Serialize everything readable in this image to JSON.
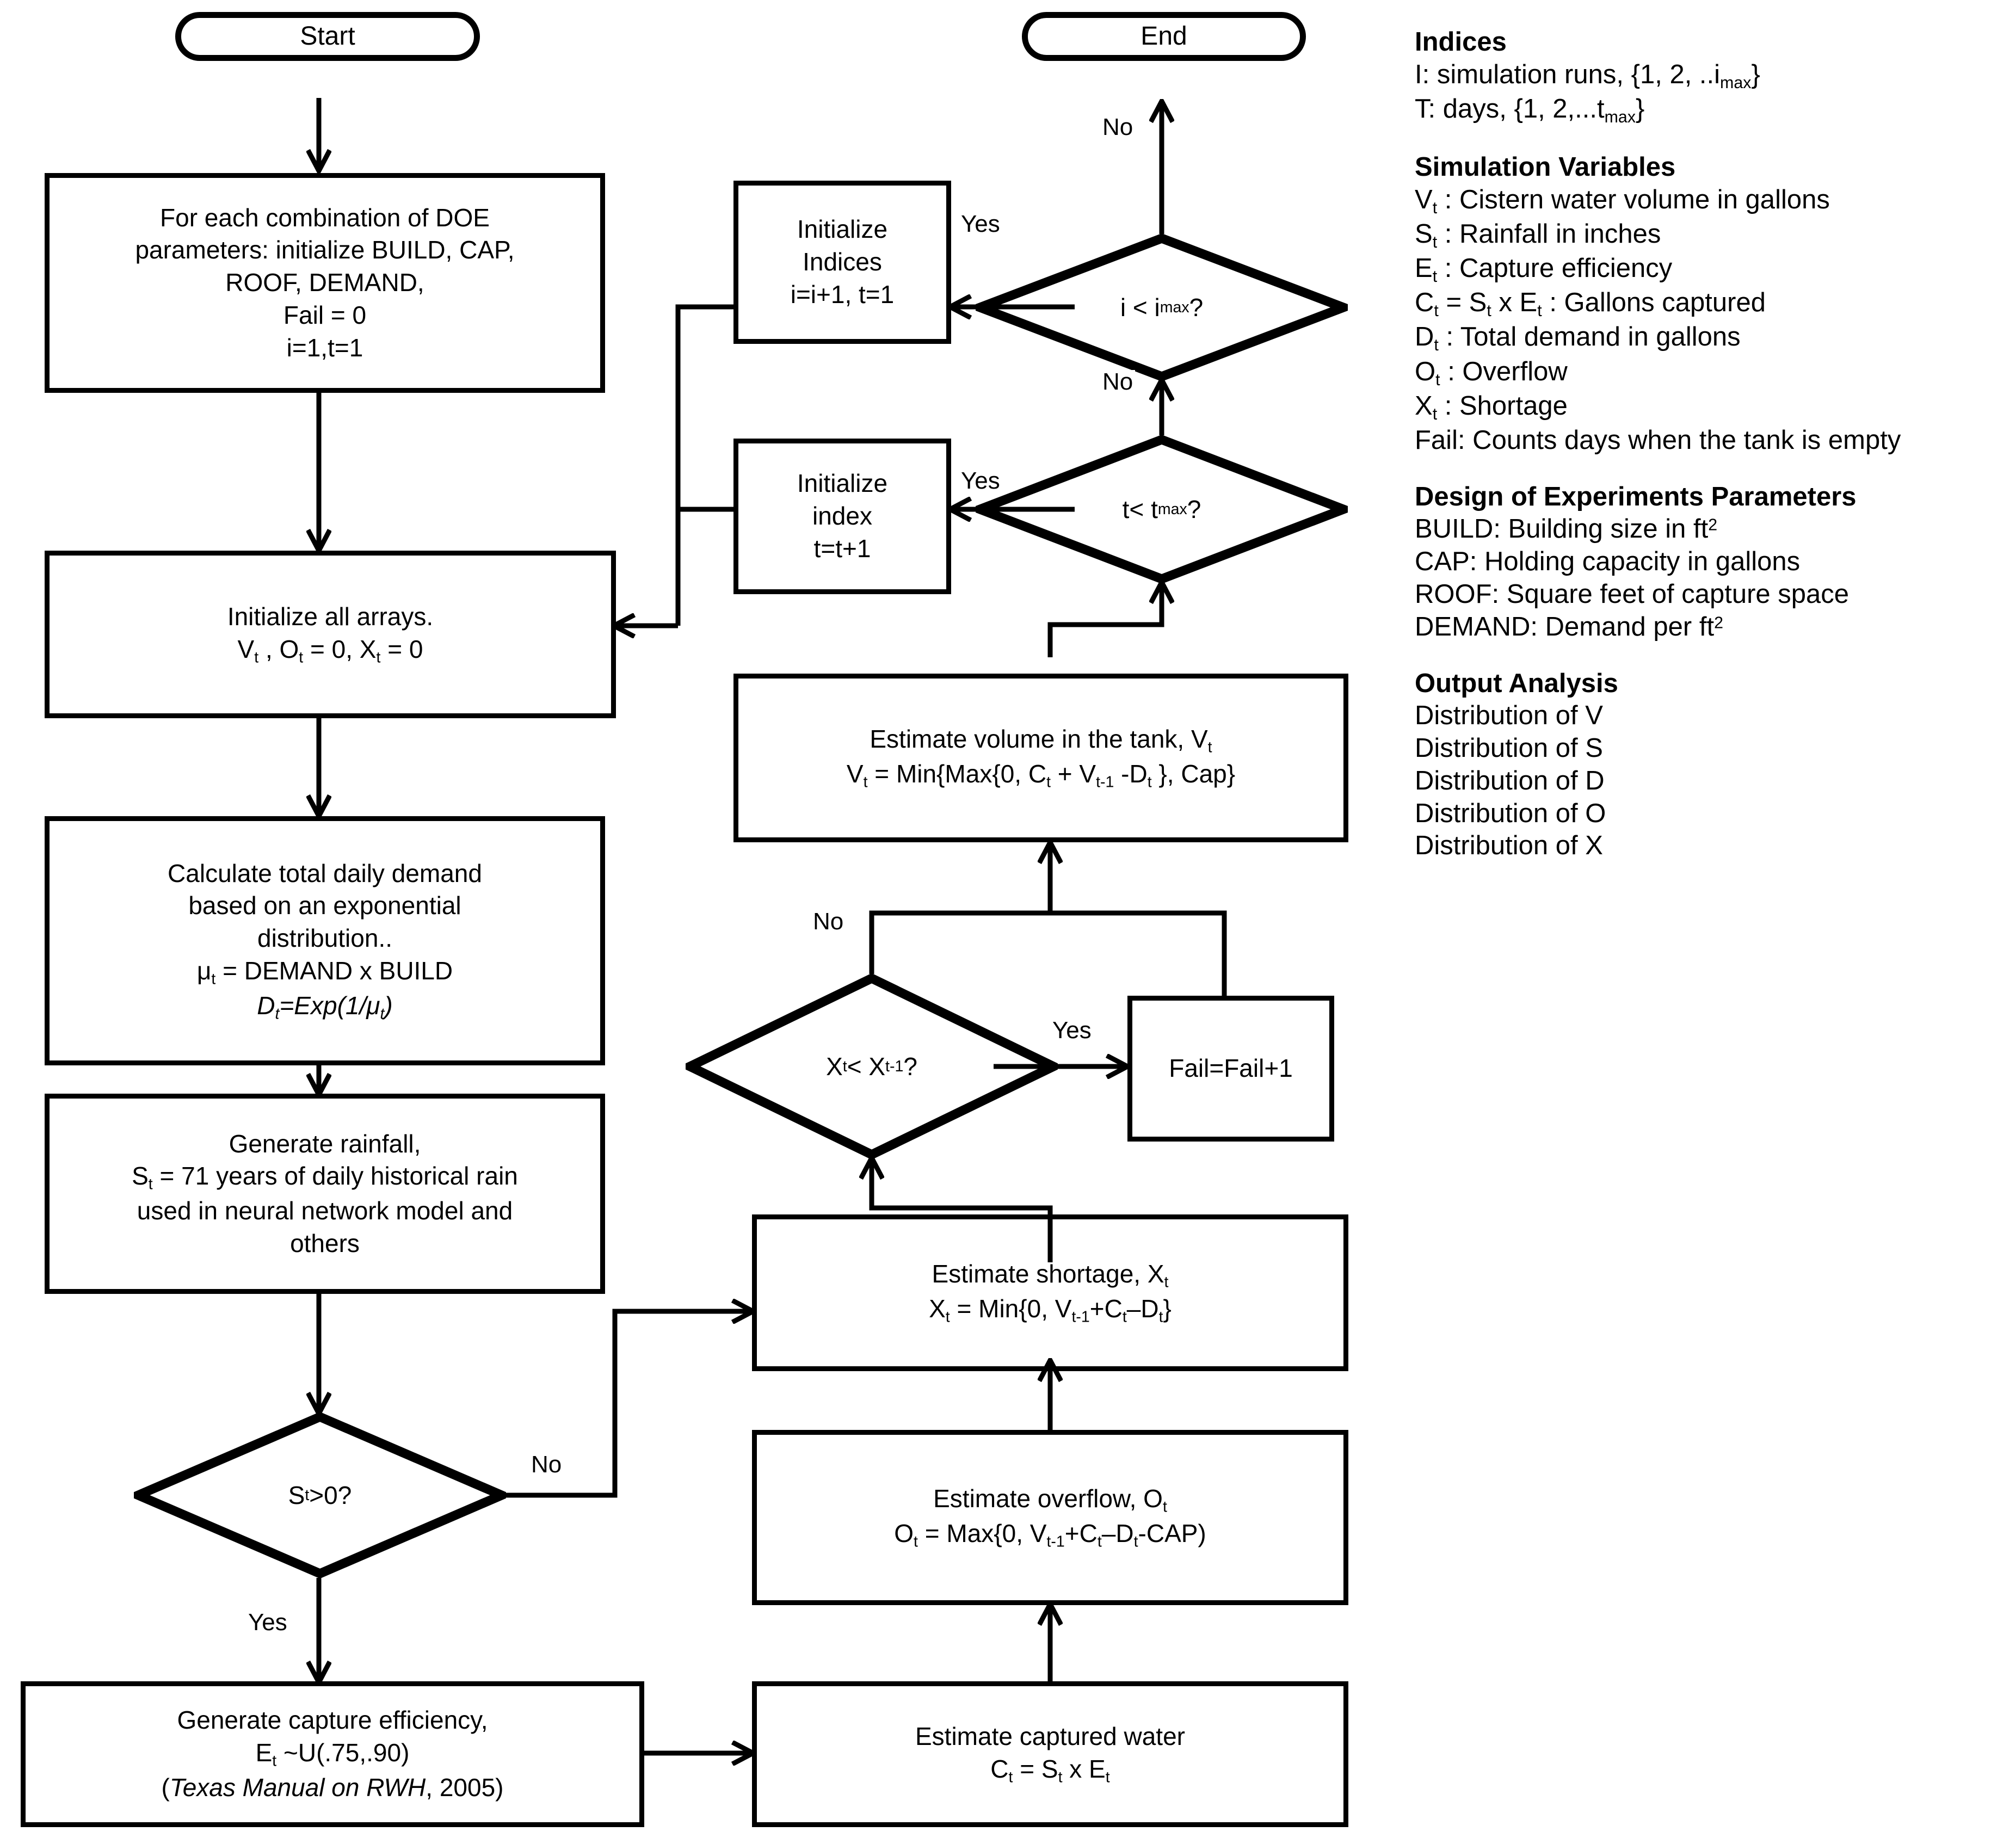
{
  "diagram": {
    "type": "flowchart",
    "title": "Rainwater harvesting cistern simulation flowchart",
    "nodes": {
      "start": {
        "label": "Start",
        "shape": "terminator"
      },
      "end": {
        "label": "End",
        "shape": "terminator"
      },
      "doe_init": {
        "shape": "process",
        "lines": [
          "For each combination of DOE",
          "parameters:  initialize BUILD, CAP,",
          "ROOF, DEMAND,",
          "Fail = 0",
          "i=1,t=1"
        ]
      },
      "init_arrays": {
        "shape": "process",
        "line1": "Initialize all arrays.",
        "line2_html": "V<sub>t</sub> , O<sub>t</sub> = 0, X<sub>t</sub> = 0"
      },
      "calc_demand": {
        "shape": "process",
        "line1": "Calculate total daily demand",
        "line2": "based on an exponential",
        "line3": "distribution..",
        "line4_html": "μ<sub>t</sub> = DEMAND x BUILD",
        "line5_html": "<i>D<sub>t</sub>=Exp(1/μ<sub>t</sub>)</i>"
      },
      "gen_rain": {
        "shape": "process",
        "line1": "Generate rainfall,",
        "line2_html": "S<sub>t</sub> = 71 years of daily historical rain",
        "line3": "used in neural network model and",
        "line4": "others"
      },
      "gen_eff": {
        "shape": "process",
        "line1": "Generate capture efficiency,",
        "line2_html": "E<sub>t</sub> ~U(.75,.90)",
        "line3_html": "(<i>Texas Manual on RWH</i>, 2005)"
      },
      "est_capture": {
        "shape": "process",
        "line1": "Estimate captured water",
        "line2_html": "C<sub>t</sub> = S<sub>t</sub> x E<sub>t</sub>"
      },
      "est_overflow": {
        "shape": "process",
        "line1_html": "Estimate overflow, O<sub>t</sub>",
        "line2_html": "O<sub>t</sub> =  Max{0, V<sub>t-1</sub>+C<sub>t</sub>–D<sub>t</sub>-CAP)"
      },
      "est_shortage": {
        "shape": "process",
        "line1_html": "Estimate shortage, X<sub>t</sub>",
        "line2_html": "X<sub>t</sub> =  Min{0, V<sub>t-1</sub>+C<sub>t</sub>–D<sub>t</sub>}"
      },
      "fail_inc": {
        "shape": "process",
        "label": "Fail=Fail+1"
      },
      "est_volume": {
        "shape": "process",
        "line1_html": "Estimate volume in the tank, V<sub>t</sub>",
        "line2_html": "V<sub>t</sub> =  Min{Max{0, C<sub>t</sub> + V<sub>t-1</sub> -D<sub>t</sub> }, Cap}"
      },
      "init_indices": {
        "shape": "process",
        "line1": "Initialize",
        "line2": "Indices",
        "line3": "i=i+1, t=1"
      },
      "init_index": {
        "shape": "process",
        "line1": "Initialize",
        "line2": "index",
        "line3": "t=t+1"
      },
      "dec_rain": {
        "shape": "decision",
        "label_html": "S<sub>t</sub> &gt;0?"
      },
      "dec_shortage": {
        "shape": "decision",
        "label_html": "X<sub>t</sub> &lt; X<sub>t-1</sub>?"
      },
      "dec_t": {
        "shape": "decision",
        "label_html": "t&lt; t<sub>max</sub>?"
      },
      "dec_i": {
        "shape": "decision",
        "label_html": "i &lt; i<sub>max</sub>?"
      }
    },
    "edge_labels": {
      "rain_no": "No",
      "rain_yes": "Yes",
      "shortage_no": "No",
      "shortage_yes": "Yes",
      "t_no": "No",
      "t_yes": "Yes",
      "i_no": "No",
      "i_yes": "Yes"
    }
  },
  "legend": {
    "indices": {
      "heading": "Indices",
      "items_html": [
        "I: simulation runs, {1, 2, ..i<sub>max</sub>}",
        "T:  days, {1, 2,...t<sub>max</sub>}"
      ]
    },
    "simulation_variables": {
      "heading": "Simulation Variables",
      "items_html": [
        "V<sub>t</sub> : Cistern water volume in gallons",
        "S<sub>t</sub> : Rainfall in inches",
        "E<sub>t</sub> : Capture efficiency",
        "C<sub>t</sub> = S<sub>t</sub> x E<sub>t</sub> : Gallons captured",
        "D<sub>t</sub> : Total demand in gallons",
        "O<sub>t</sub> : Overflow",
        "X<sub>t</sub> : Shortage",
        "Fail:  Counts days when the tank is empty"
      ]
    },
    "doe_parameters": {
      "heading": "Design of Experiments Parameters",
      "items_html": [
        "BUILD:  Building size in ft<sup>2</sup>",
        "CAP: Holding capacity in gallons",
        "ROOF: Square feet of capture space",
        "DEMAND:  Demand per ft<sup>2</sup>"
      ]
    },
    "output_analysis": {
      "heading": "Output Analysis",
      "items_html": [
        "Distribution of V",
        "Distribution of S",
        "Distribution of D",
        "Distribution of O",
        "Distribution of X"
      ]
    }
  },
  "colors": {
    "ink": "#000000",
    "paper": "#ffffff"
  }
}
